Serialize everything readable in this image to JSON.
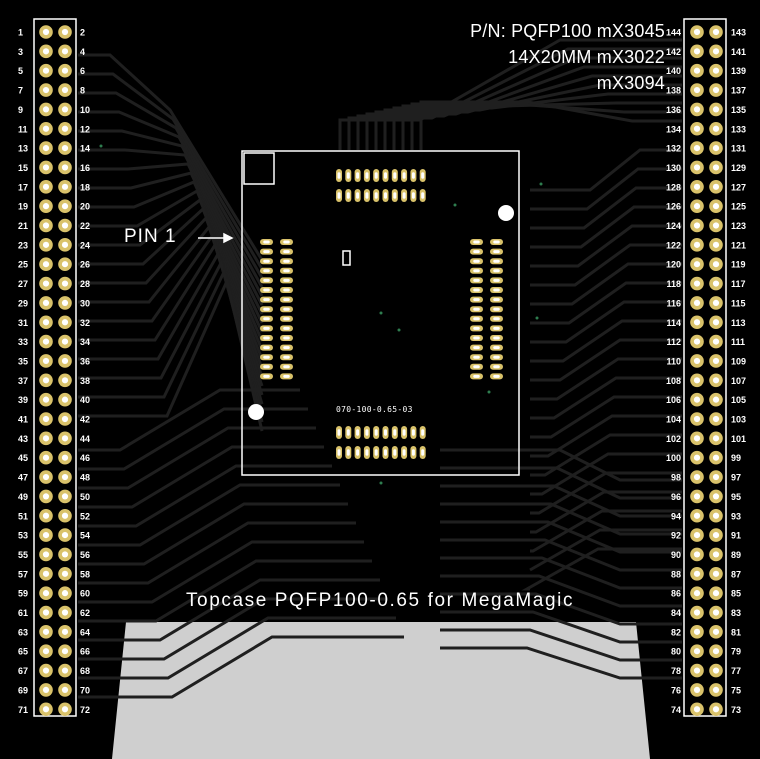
{
  "pn_lines": [
    "P/N: PQFP100 mX3045",
    "14X20MM mX3022",
    "mX3094"
  ],
  "pin1_label": "PIN 1",
  "chip_part_number": "070-100-0.65-03",
  "footer_label": "Topcase PQFP100-0.65 for MegaMagic",
  "left_header": {
    "rows": [
      {
        "odd": "1",
        "even": "2"
      },
      {
        "odd": "3",
        "even": "4"
      },
      {
        "odd": "5",
        "even": "6"
      },
      {
        "odd": "7",
        "even": "8"
      },
      {
        "odd": "9",
        "even": "10"
      },
      {
        "odd": "11",
        "even": "12"
      },
      {
        "odd": "13",
        "even": "14"
      },
      {
        "odd": "15",
        "even": "16"
      },
      {
        "odd": "17",
        "even": "18"
      },
      {
        "odd": "19",
        "even": "20"
      },
      {
        "odd": "21",
        "even": "22"
      },
      {
        "odd": "23",
        "even": "24"
      },
      {
        "odd": "25",
        "even": "26"
      },
      {
        "odd": "27",
        "even": "28"
      },
      {
        "odd": "29",
        "even": "30"
      },
      {
        "odd": "31",
        "even": "32"
      },
      {
        "odd": "33",
        "even": "34"
      },
      {
        "odd": "35",
        "even": "36"
      },
      {
        "odd": "37",
        "even": "38"
      },
      {
        "odd": "39",
        "even": "40"
      },
      {
        "odd": "41",
        "even": "42"
      },
      {
        "odd": "43",
        "even": "44"
      },
      {
        "odd": "45",
        "even": "46"
      },
      {
        "odd": "47",
        "even": "48"
      },
      {
        "odd": "49",
        "even": "50"
      },
      {
        "odd": "51",
        "even": "52"
      },
      {
        "odd": "53",
        "even": "54"
      },
      {
        "odd": "55",
        "even": "56"
      },
      {
        "odd": "57",
        "even": "58"
      },
      {
        "odd": "59",
        "even": "60"
      },
      {
        "odd": "61",
        "even": "62"
      },
      {
        "odd": "63",
        "even": "64"
      },
      {
        "odd": "65",
        "even": "66"
      },
      {
        "odd": "67",
        "even": "68"
      },
      {
        "odd": "69",
        "even": "70"
      },
      {
        "odd": "71",
        "even": "72"
      }
    ]
  },
  "right_header": {
    "rows": [
      {
        "even": "144",
        "odd": "143"
      },
      {
        "even": "142",
        "odd": "141"
      },
      {
        "even": "140",
        "odd": "139"
      },
      {
        "even": "138",
        "odd": "137"
      },
      {
        "even": "136",
        "odd": "135"
      },
      {
        "even": "134",
        "odd": "133"
      },
      {
        "even": "132",
        "odd": "131"
      },
      {
        "even": "130",
        "odd": "129"
      },
      {
        "even": "128",
        "odd": "127"
      },
      {
        "even": "126",
        "odd": "125"
      },
      {
        "even": "124",
        "odd": "123"
      },
      {
        "even": "122",
        "odd": "121"
      },
      {
        "even": "120",
        "odd": "119"
      },
      {
        "even": "118",
        "odd": "117"
      },
      {
        "even": "116",
        "odd": "115"
      },
      {
        "even": "114",
        "odd": "113"
      },
      {
        "even": "112",
        "odd": "111"
      },
      {
        "even": "110",
        "odd": "109"
      },
      {
        "even": "108",
        "odd": "107"
      },
      {
        "even": "106",
        "odd": "105"
      },
      {
        "even": "104",
        "odd": "103"
      },
      {
        "even": "102",
        "odd": "101"
      },
      {
        "even": "100",
        "odd": "99"
      },
      {
        "even": "98",
        "odd": "97"
      },
      {
        "even": "96",
        "odd": "95"
      },
      {
        "even": "94",
        "odd": "93"
      },
      {
        "even": "92",
        "odd": "91"
      },
      {
        "even": "90",
        "odd": "89"
      },
      {
        "even": "88",
        "odd": "87"
      },
      {
        "even": "86",
        "odd": "85"
      },
      {
        "even": "84",
        "odd": "83"
      },
      {
        "even": "82",
        "odd": "81"
      },
      {
        "even": "80",
        "odd": "79"
      },
      {
        "even": "78",
        "odd": "77"
      },
      {
        "even": "76",
        "odd": "75"
      },
      {
        "even": "74",
        "odd": "73"
      }
    ]
  },
  "colors": {
    "board": "#000000",
    "background": "#cfcfcf",
    "trace": "#1f1f1f",
    "pad_ring": "#d9c26a",
    "pad_center": "#ffffff",
    "silkscreen": "#ffffff",
    "via": "#2e7d4f"
  }
}
